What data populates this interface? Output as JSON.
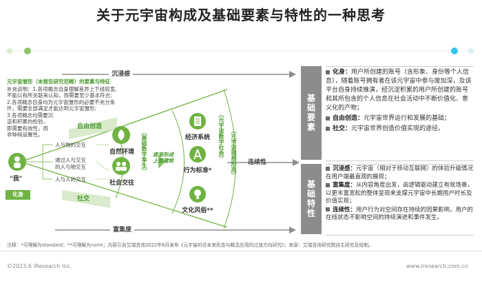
{
  "title": "关于元宇宙构成及基础要素与特性的一种思考",
  "left": {
    "header": "元宇宙雏形（本报告研究范畴）",
    "header_suffix": "的要素与特征",
    "highlight1": "要素",
    "highlight2": "特征",
    "notes": [
      "补充说明：1.各项概念自身理解差异上下线较宽,",
      "不能以有所关联来认知，而需要至少基本符合;",
      "2.各项概念自身均为元宇宙雏形的必要不充分条",
      "件，需要全部满足才能达到元宇宙雏形;",
      "3.各项概念均需要沉",
      "淀和积累的检验，",
      "即需要有效性，而",
      "非种纯设置性。"
    ]
  },
  "arrows": {
    "immersion": "沉浸感",
    "richness": "富集度",
    "continuity": "连续性",
    "free_creation": "自由创造",
    "social": "社交"
  },
  "me": {
    "quote": "\"我\"",
    "label": "化身"
  },
  "interactions": [
    "人与物的交互",
    "通过人与交互\n的人与物交互",
    "人与人的交互"
  ],
  "nodes": {
    "natural": "自然环境",
    "society": "社会交往",
    "economy": "经济系统",
    "behavior": "行为标准*",
    "culture": "文化风俗**"
  },
  "vertical_labels": {
    "basic": "（基础数字孪生）",
    "gradual": "逐渐形成\n上层建筑",
    "society": "（元宇宙数字社会）",
    "ideal": "（元宇宙理想形态）"
  },
  "panels": {
    "elements": {
      "label": "基础要素",
      "items": [
        {
          "key": "化身：",
          "text": "用户所创建的账号（含形象、身份等个人信息），随着账号拥有者在该元宇宙中参与度加深，及该平台自身持续推演，经沉淀积累的用户所创建的账号和其所包含的个人信息在社会活动中不断价值化、意义化的产物；"
        },
        {
          "key": "自由创造：",
          "text": "元宇宙世界运行和发展的基础；"
        },
        {
          "key": "社交：",
          "text": "元宇宙世界创造价值实现的途径。"
        }
      ]
    },
    "features": {
      "label": "基础特性",
      "items": [
        {
          "key": "沉浸感：",
          "text": "元宇宙（相对于移动互联网）的体验升级情况在用户端最直观的展现；"
        },
        {
          "key": "富集度：",
          "text": "从内容角度出发，由逻辑驱动建立有效场景，以更丰富宽松的整体呈现来支撑元宇宙中长期用户时长及价值实现；"
        },
        {
          "key": "连续性：",
          "text": "用户行为对空间存在持续的因果影响，用户的在线状态不影响空间的持续演进和事件发生。"
        }
      ]
    }
  },
  "footnote": "注释：*可理解为standard；**可理解为norm；内容引自艾瑞咨询2022年8月发布《元宇宙的近未来形态与概念应用的过渡方向研究》；来源：艾瑞咨询研究院自主研究及绘制。",
  "copyright": "©2023.6 iResearch Inc.",
  "website": "www.iresearch.com.cn",
  "colors": {
    "green": "#6fb342",
    "grey": "#8c8c8c",
    "cyan": "#36c5e8"
  }
}
